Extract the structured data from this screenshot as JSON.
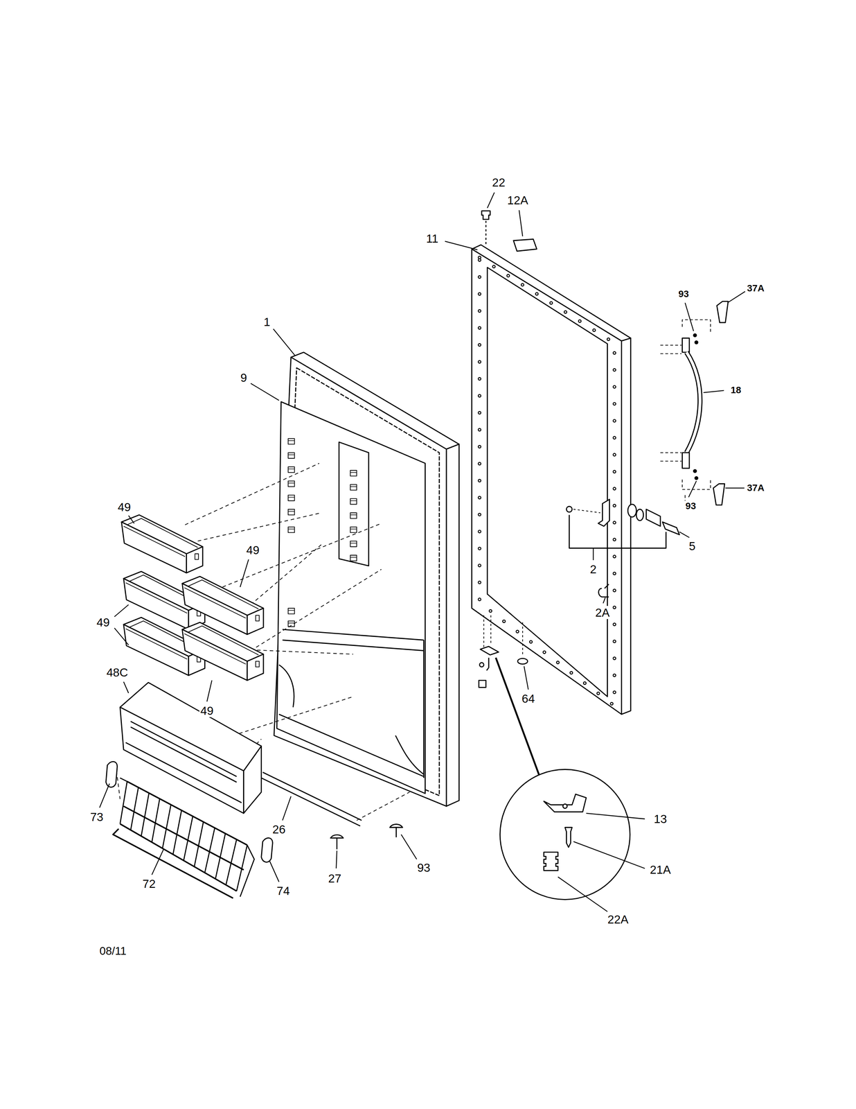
{
  "diagram": {
    "labels": [
      "22",
      "12A",
      "11",
      "93",
      "37A",
      "1",
      "9",
      "18",
      "49",
      "37A",
      "93",
      "2",
      "5",
      "49",
      "2A",
      "49",
      "64",
      "49",
      "48C",
      "13",
      "73",
      "26",
      "21A",
      "93",
      "27",
      "72",
      "74",
      "22A",
      "08/11"
    ]
  }
}
